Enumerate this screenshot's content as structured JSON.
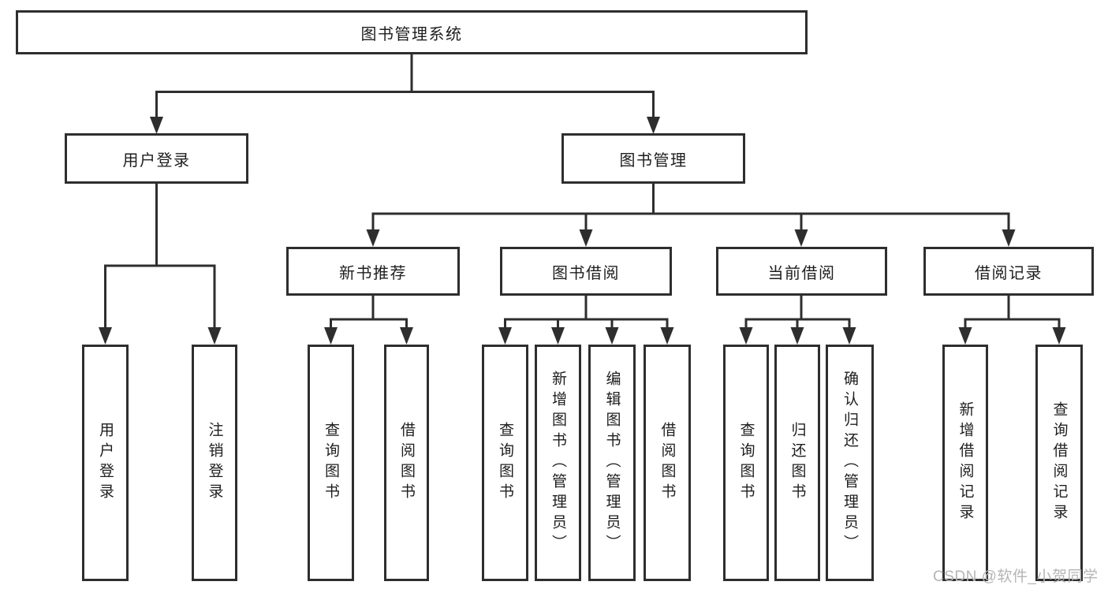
{
  "tree": {
    "root_label": "图书管理系统",
    "branches": [
      {
        "label": "用户登录",
        "children": [
          {
            "label": "用户登录"
          },
          {
            "label": "注销登录"
          }
        ]
      },
      {
        "label": "图书管理",
        "children": [
          {
            "label": "新书推荐",
            "children": [
              {
                "label": "查询图书"
              },
              {
                "label": "借阅图书"
              }
            ]
          },
          {
            "label": "图书借阅",
            "children": [
              {
                "label": "查询图书"
              },
              {
                "label": "新增图书（管理员）"
              },
              {
                "label": "编辑图书（管理员）"
              },
              {
                "label": "借阅图书"
              }
            ]
          },
          {
            "label": "当前借阅",
            "children": [
              {
                "label": "查询图书"
              },
              {
                "label": "归还图书"
              },
              {
                "label": "确认归还（管理员）"
              }
            ]
          },
          {
            "label": "借阅记录",
            "children": [
              {
                "label": "新增借阅记录"
              },
              {
                "label": "查询借阅记录"
              }
            ]
          }
        ]
      }
    ]
  },
  "watermark": {
    "text": "CSDN @软件_小贺同学",
    "color": "#b5b5b5"
  },
  "colors": {
    "background": "#ffffff",
    "line": "#2e2e2e",
    "box_border": "#2e2e2e",
    "text": "#1e1e1e"
  }
}
